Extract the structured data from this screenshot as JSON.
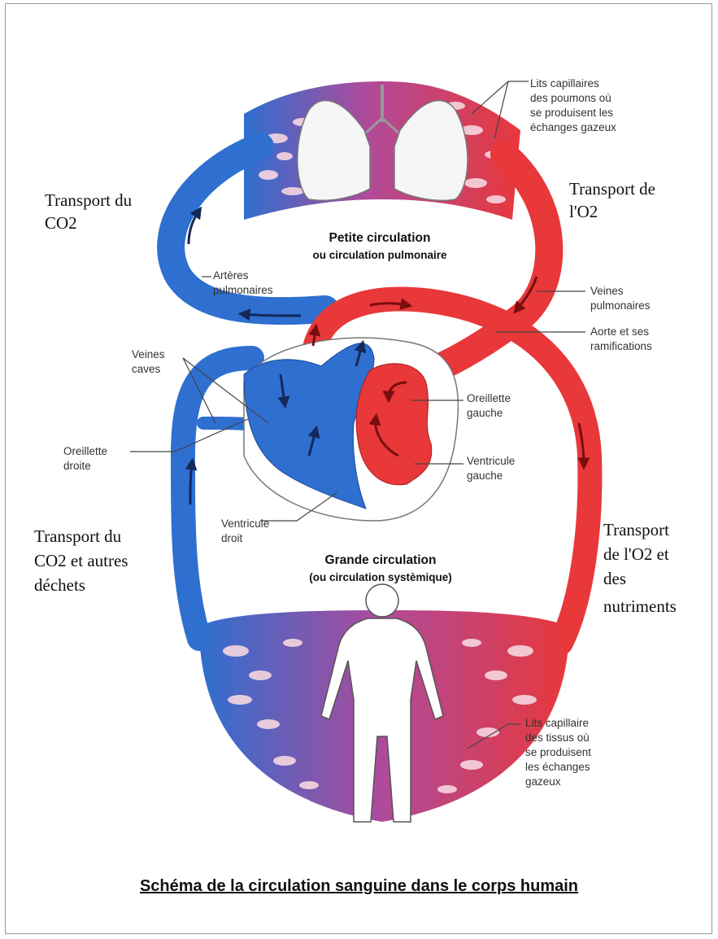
{
  "side_labels": {
    "left_top": [
      "Transport du",
      "CO2"
    ],
    "right_top": [
      "Transport de",
      "l'O2"
    ],
    "left_bottom": [
      "Transport du",
      "CO2 et autres",
      "déchets"
    ],
    "right_bottom": [
      "Transport",
      "de l'O2 et",
      "des",
      "nutriments"
    ]
  },
  "headings": {
    "small_circulation": "Petite circulation",
    "small_circulation_sub": "ou circulation pulmonaire",
    "large_circulation": "Grande circulation",
    "large_circulation_sub": "(ou circulation systèmique)"
  },
  "labels": {
    "lung_capillaries": [
      "Lits capillaires",
      "des poumons où",
      "se produisent les",
      "échanges gazeux"
    ],
    "pulmonary_arteries": [
      "Artères",
      "pulmonaires"
    ],
    "pulmonary_veins": [
      "Veines",
      "pulmonaires"
    ],
    "aorta": [
      "Aorte et ses",
      "ramifications"
    ],
    "vena_cava": [
      "Veines",
      "caves"
    ],
    "left_atrium": [
      "Oreillette",
      "gauche"
    ],
    "right_atrium": [
      "Oreillette",
      "droite"
    ],
    "left_ventricle": [
      "Ventricule",
      "gauche"
    ],
    "right_ventricle": [
      "Ventricule",
      "droit"
    ],
    "tissue_capillaries": [
      "Lits capillaire",
      "des tissus où",
      "se produisent",
      "les échanges",
      "gazeux"
    ]
  },
  "caption": "Schéma de la circulation sanguine dans le corps humain",
  "colors": {
    "oxygenated": "#e8383a",
    "deoxygenated": "#3a7fd0",
    "mixed": "#a560c0",
    "background": "#ffffff"
  }
}
